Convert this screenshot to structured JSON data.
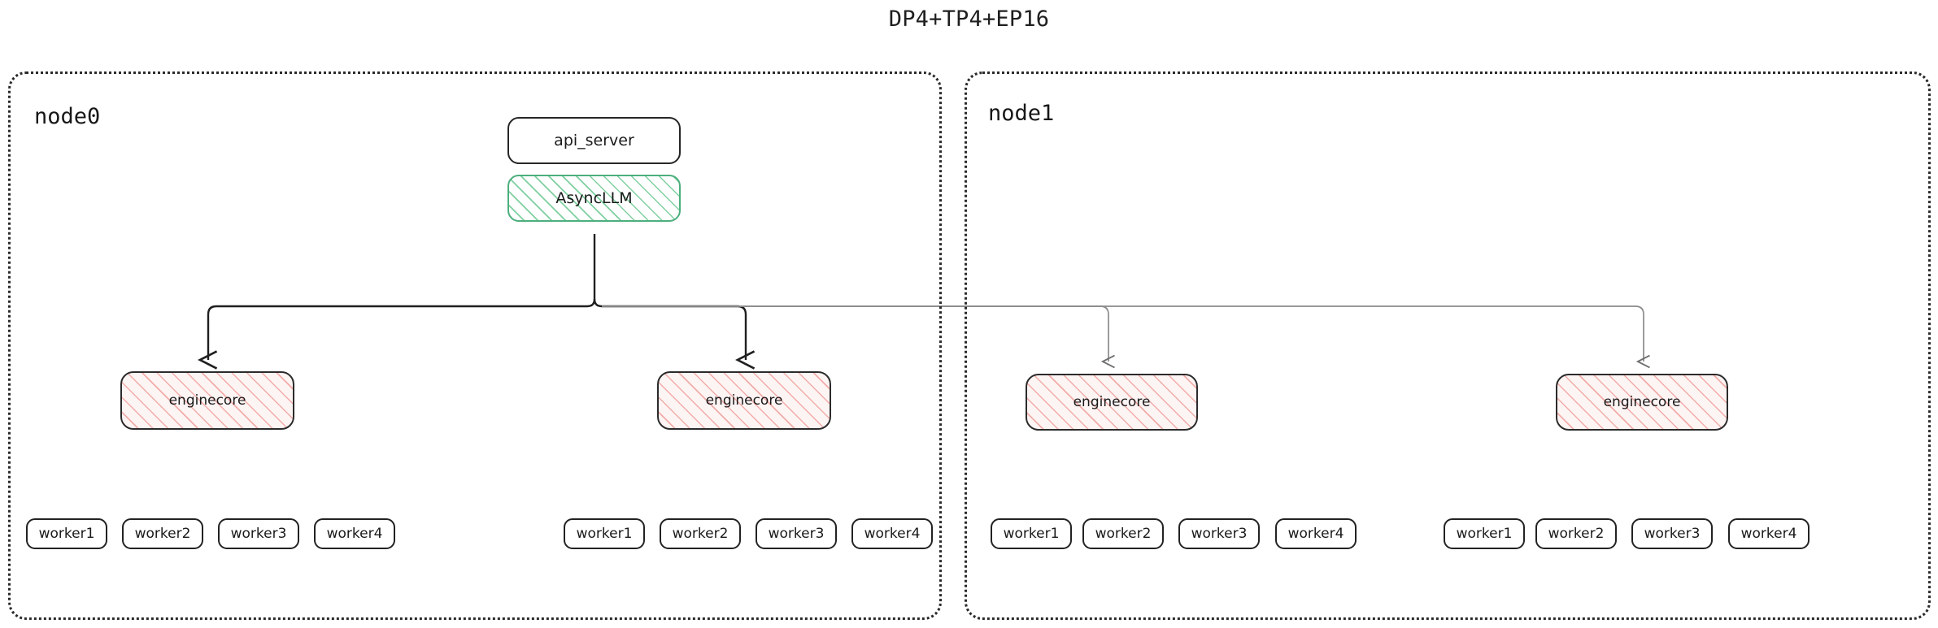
{
  "title": "DP4+TP4+EP16",
  "colors": {
    "border_dark": "#262626",
    "node_border": "#2a2a2a",
    "async_hatch_green": "#78cd9b",
    "async_border_green": "#4caf7d",
    "engine_hatch_pink": "#f0a09b",
    "edge_dark": "#1f1f1f",
    "edge_light": "#8a8a8a",
    "text": "#1a1a1a",
    "background": "#ffffff"
  },
  "nodes": [
    {
      "id": "node0",
      "label": "node0",
      "boxes": {
        "api_server": "api_server",
        "async_llm": "AsyncLLM"
      },
      "enginecores": [
        {
          "label": "enginecore"
        },
        {
          "label": "enginecore"
        }
      ],
      "worker_groups": [
        {
          "workers": [
            "worker1",
            "worker2",
            "worker3",
            "worker4"
          ]
        },
        {
          "workers": [
            "worker1",
            "worker2",
            "worker3",
            "worker4"
          ]
        }
      ]
    },
    {
      "id": "node1",
      "label": "node1",
      "enginecores": [
        {
          "label": "enginecore"
        },
        {
          "label": "enginecore"
        }
      ],
      "worker_groups": [
        {
          "workers": [
            "worker1",
            "worker2",
            "worker3",
            "worker4"
          ]
        },
        {
          "workers": [
            "worker1",
            "worker2",
            "worker3",
            "worker4"
          ]
        }
      ]
    }
  ],
  "edges": [
    {
      "from": "async_llm",
      "to": "node0.enginecore.0",
      "style": "dark"
    },
    {
      "from": "async_llm",
      "to": "node0.enginecore.1",
      "style": "dark"
    },
    {
      "from": "async_llm",
      "to": "node1.enginecore.0",
      "style": "light"
    },
    {
      "from": "async_llm",
      "to": "node1.enginecore.1",
      "style": "light"
    }
  ]
}
